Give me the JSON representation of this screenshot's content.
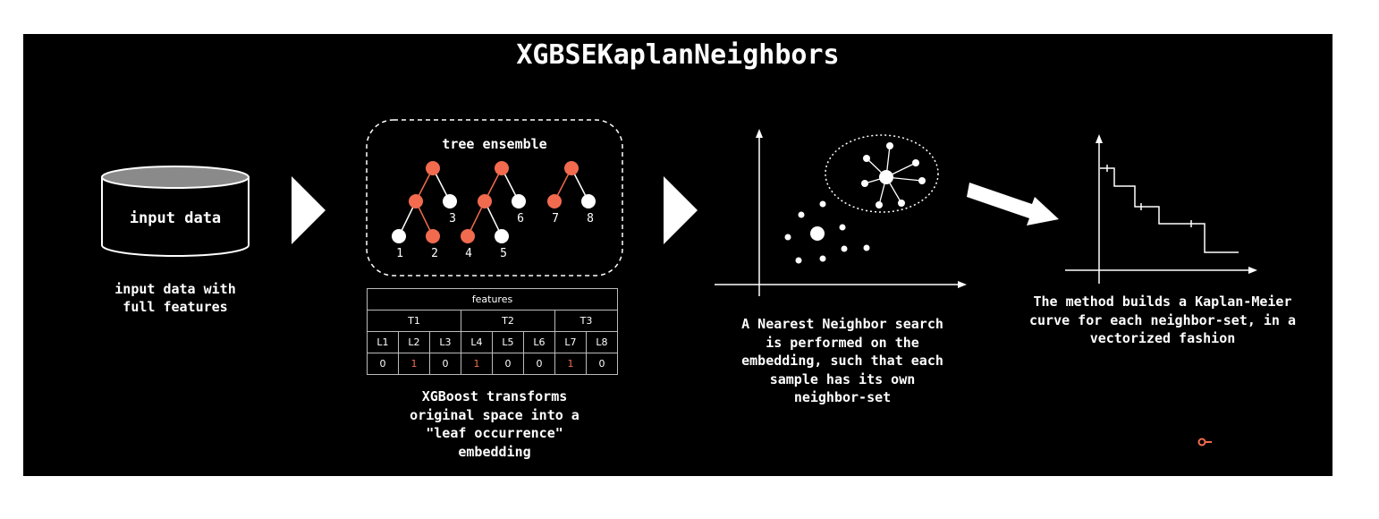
{
  "title": "XGBSEKaplanNeighbors",
  "cylinder_label": "input data",
  "caption_input": "input data with\nfull features",
  "ensemble_label": "tree ensemble",
  "leaf_numbers": [
    "1",
    "2",
    "3",
    "4",
    "5",
    "6",
    "7",
    "8"
  ],
  "table": {
    "header": "features",
    "trees": [
      "T1",
      "T2",
      "T3"
    ],
    "leaves": [
      "L1",
      "L2",
      "L3",
      "L4",
      "L5",
      "L6",
      "L7",
      "L8"
    ],
    "values": [
      "0",
      "1",
      "0",
      "1",
      "0",
      "0",
      "1",
      "0"
    ]
  },
  "caption_xgboost": "XGBoost transforms\noriginal space into a\n\"leaf occurrence\"\nembedding",
  "caption_nn": "A Nearest Neighbor search\nis performed on the\nembedding, such that each\nsample has its own\nneighbor-set",
  "caption_km": "The method builds a Kaplan-Meier\ncurve for each neighbor-set, in a\nvectorized fashion",
  "colors": {
    "background": "#000000",
    "foreground": "#ffffff",
    "accent": "#f26b4f",
    "cylinder_top": "#8a8a8a"
  },
  "icons": {
    "logo": "key-icon"
  }
}
